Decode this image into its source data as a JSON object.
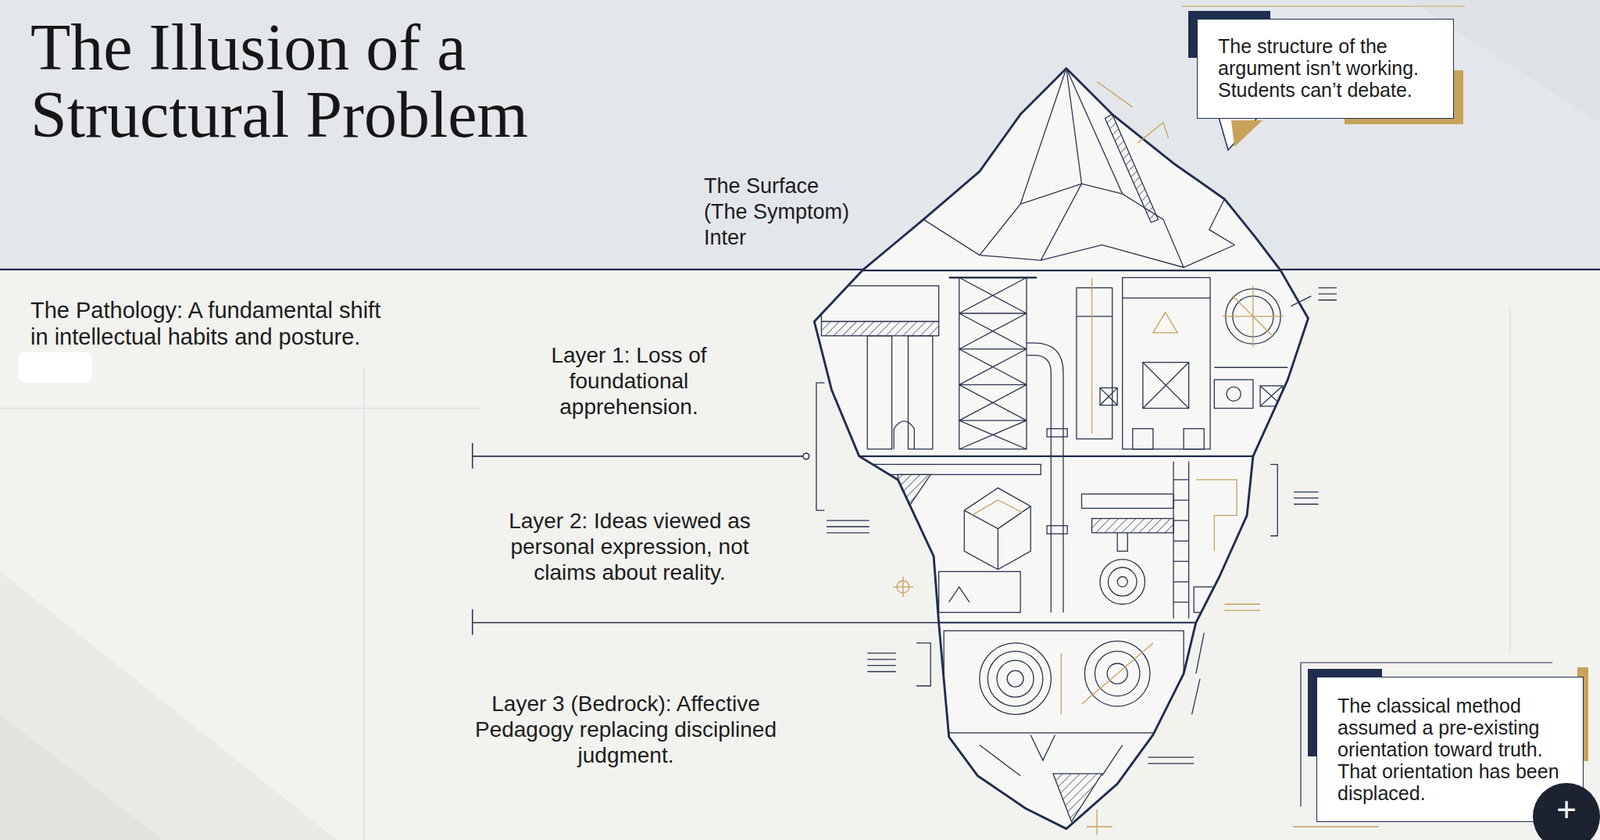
{
  "diagram": {
    "title": "The Illusion of a Structural Problem",
    "nodes": [
      {
        "text": [
          "The structure of the argument isn’t working. Students can’t debate."
        ]
      },
      {
        "text": [
          "The classical method assumed a pre-existing orientation toward truth. That orientation has been displaced."
        ]
      },
      {
        "text": [
          "+"
        ]
      }
    ],
    "labels": [
      "The Surface (The Symptom)",
      "Inter",
      "The Pathology: A fundamental shift in intellectual habits and posture.",
      "Layer 1: Loss of foundational apprehension.",
      "Layer 2: Ideas viewed as personal expression, not claims about reality.",
      "Layer 3 (Bedrock): Affective Pedagogy replacing disciplined judgment."
    ]
  }
}
